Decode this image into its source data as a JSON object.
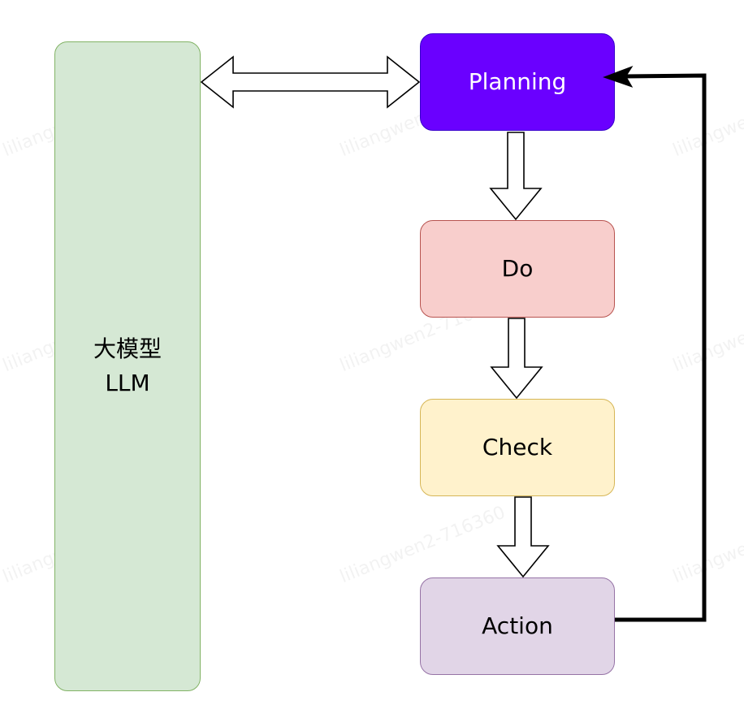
{
  "colors": {
    "background": "#ffffff",
    "llm_fill": "#d5e8d4",
    "llm_border": "#82b366",
    "planning_fill": "#6a00ff",
    "planning_border": "#3700cc",
    "planning_text": "#ffffff",
    "do_fill": "#f8cecc",
    "do_border": "#b85450",
    "check_fill": "#fff2cc",
    "check_border": "#d6b656",
    "action_fill": "#e1d5e7",
    "action_border": "#9673a6",
    "text": "#000000",
    "arrow_outline": "#000000",
    "arrow_fill": "#ffffff"
  },
  "nodes": {
    "llm": {
      "line1": "大模型",
      "line2": "LLM"
    },
    "planning": {
      "label": "Planning"
    },
    "do": {
      "label": "Do"
    },
    "check": {
      "label": "Check"
    },
    "action": {
      "label": "Action"
    }
  },
  "edges": [
    {
      "from": "llm",
      "to": "planning",
      "style": "hollow-double-arrow"
    },
    {
      "from": "planning",
      "to": "do",
      "style": "hollow-block-arrow"
    },
    {
      "from": "do",
      "to": "check",
      "style": "hollow-block-arrow"
    },
    {
      "from": "check",
      "to": "action",
      "style": "hollow-block-arrow"
    },
    {
      "from": "action",
      "to": "planning",
      "style": "thick-line-filled-arrowhead"
    }
  ],
  "watermark": {
    "text": "liliangwen2-716360"
  }
}
